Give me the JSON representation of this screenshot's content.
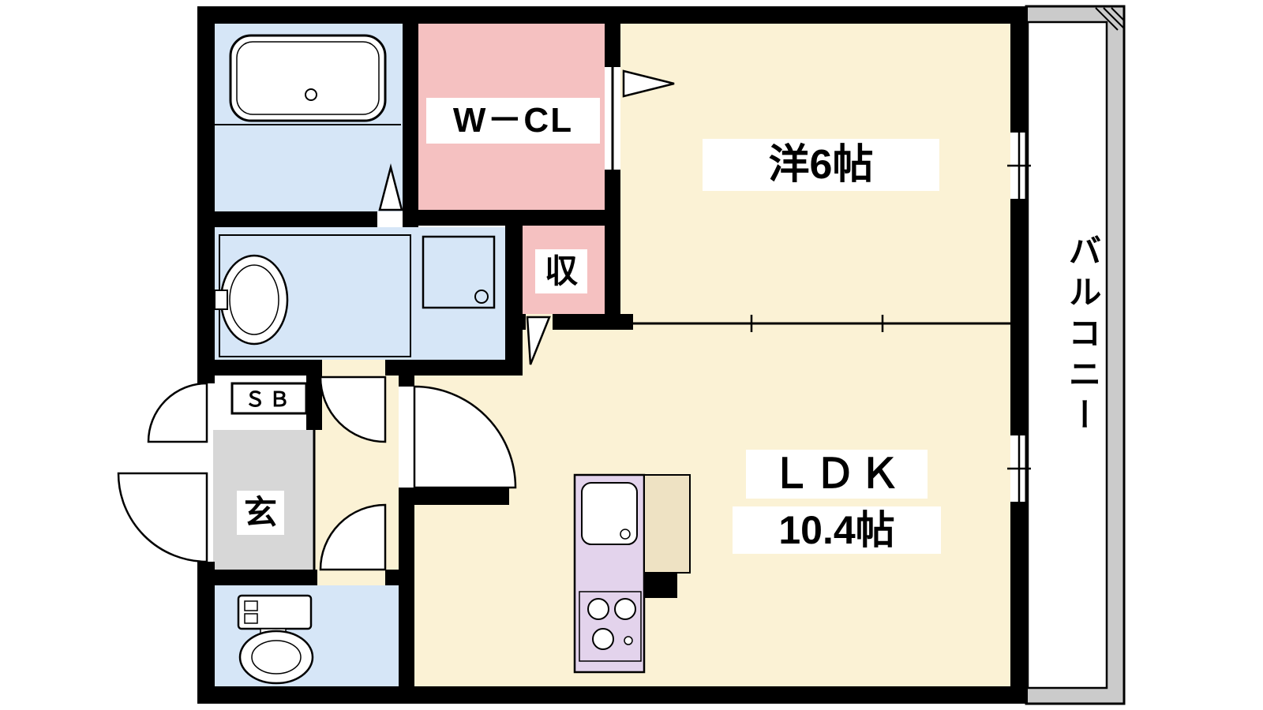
{
  "floorplan": {
    "rooms": {
      "walk_in_closet": {
        "label": "W－CL"
      },
      "western_room": {
        "label": "洋6帖"
      },
      "storage": {
        "label": "収"
      },
      "balcony": {
        "label": "バルコニー"
      },
      "shoe_box": {
        "label": "ＳＢ"
      },
      "entrance": {
        "label": "玄"
      },
      "ldk": {
        "label": "ＬＤＫ",
        "size": "10.4帖"
      }
    },
    "fixtures": [
      "bathtub",
      "washbasin",
      "washing-machine-pan",
      "toilet",
      "kitchen-sink",
      "gas-stove"
    ],
    "colors": {
      "wall": "#000000",
      "room_cream": "#FBF2D5",
      "room_pink": "#F5C1C1",
      "room_blue": "#D6E6F7",
      "genkan_gray": "#D7D7D7",
      "kitchen_lavender": "#E3D3EC",
      "counter_beige": "#EEE2C3",
      "balcony_gray": "#CBCBCB",
      "fixture_white": "#FFFFFF"
    }
  }
}
